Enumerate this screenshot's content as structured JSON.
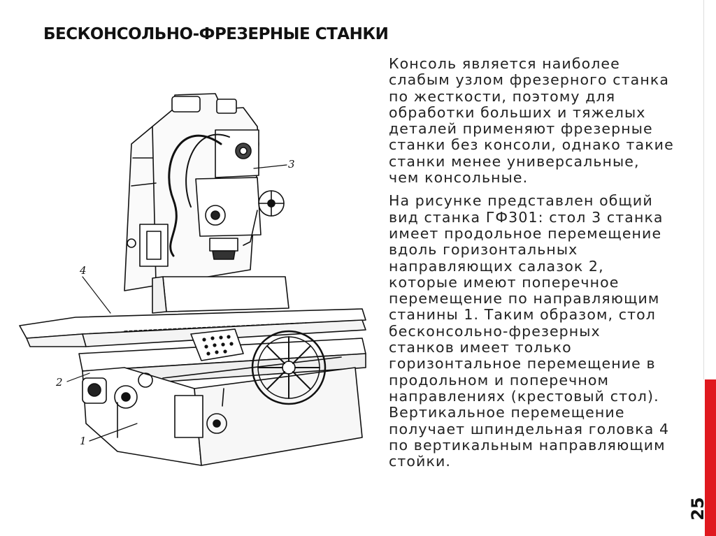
{
  "slide": {
    "title": "Бесконсольно-фрезерные станки",
    "paragraphs": [
      "Консоль является наиболее\nслабым узлом фрезерного станка\nпо жесткости, поэтому для\nобработки больших и тяжелых\nдеталей применяют фрезерные\nстанки без консоли, однако такие\nстанки менее универсальные,\nчем консольные.",
      "На рисунке представлен общий\nвид станка ГФ301: стол 3 станка\nимеет продольное перемещение\nвдоль горизонтальных\nнаправляющих салазок 2,\nкоторые имеют поперечное\nперемещение по направляющим\nстанины 1. Таким образом, стол\nбесконсольно-фрезерных\nстанков имеет только\nгоризонтальное перемещение в\nпродольном и поперечном\nнаправлениях (крестовый стол).\nВертикальное перемещение\nполучает шпиндельная головка 4\nпо вертикальным направляющим\nстойки."
    ],
    "page_number": "25"
  },
  "figure": {
    "callouts": [
      "1",
      "2",
      "3",
      "4"
    ]
  },
  "colors": {
    "accent": "#e0191f",
    "text": "#222222"
  }
}
